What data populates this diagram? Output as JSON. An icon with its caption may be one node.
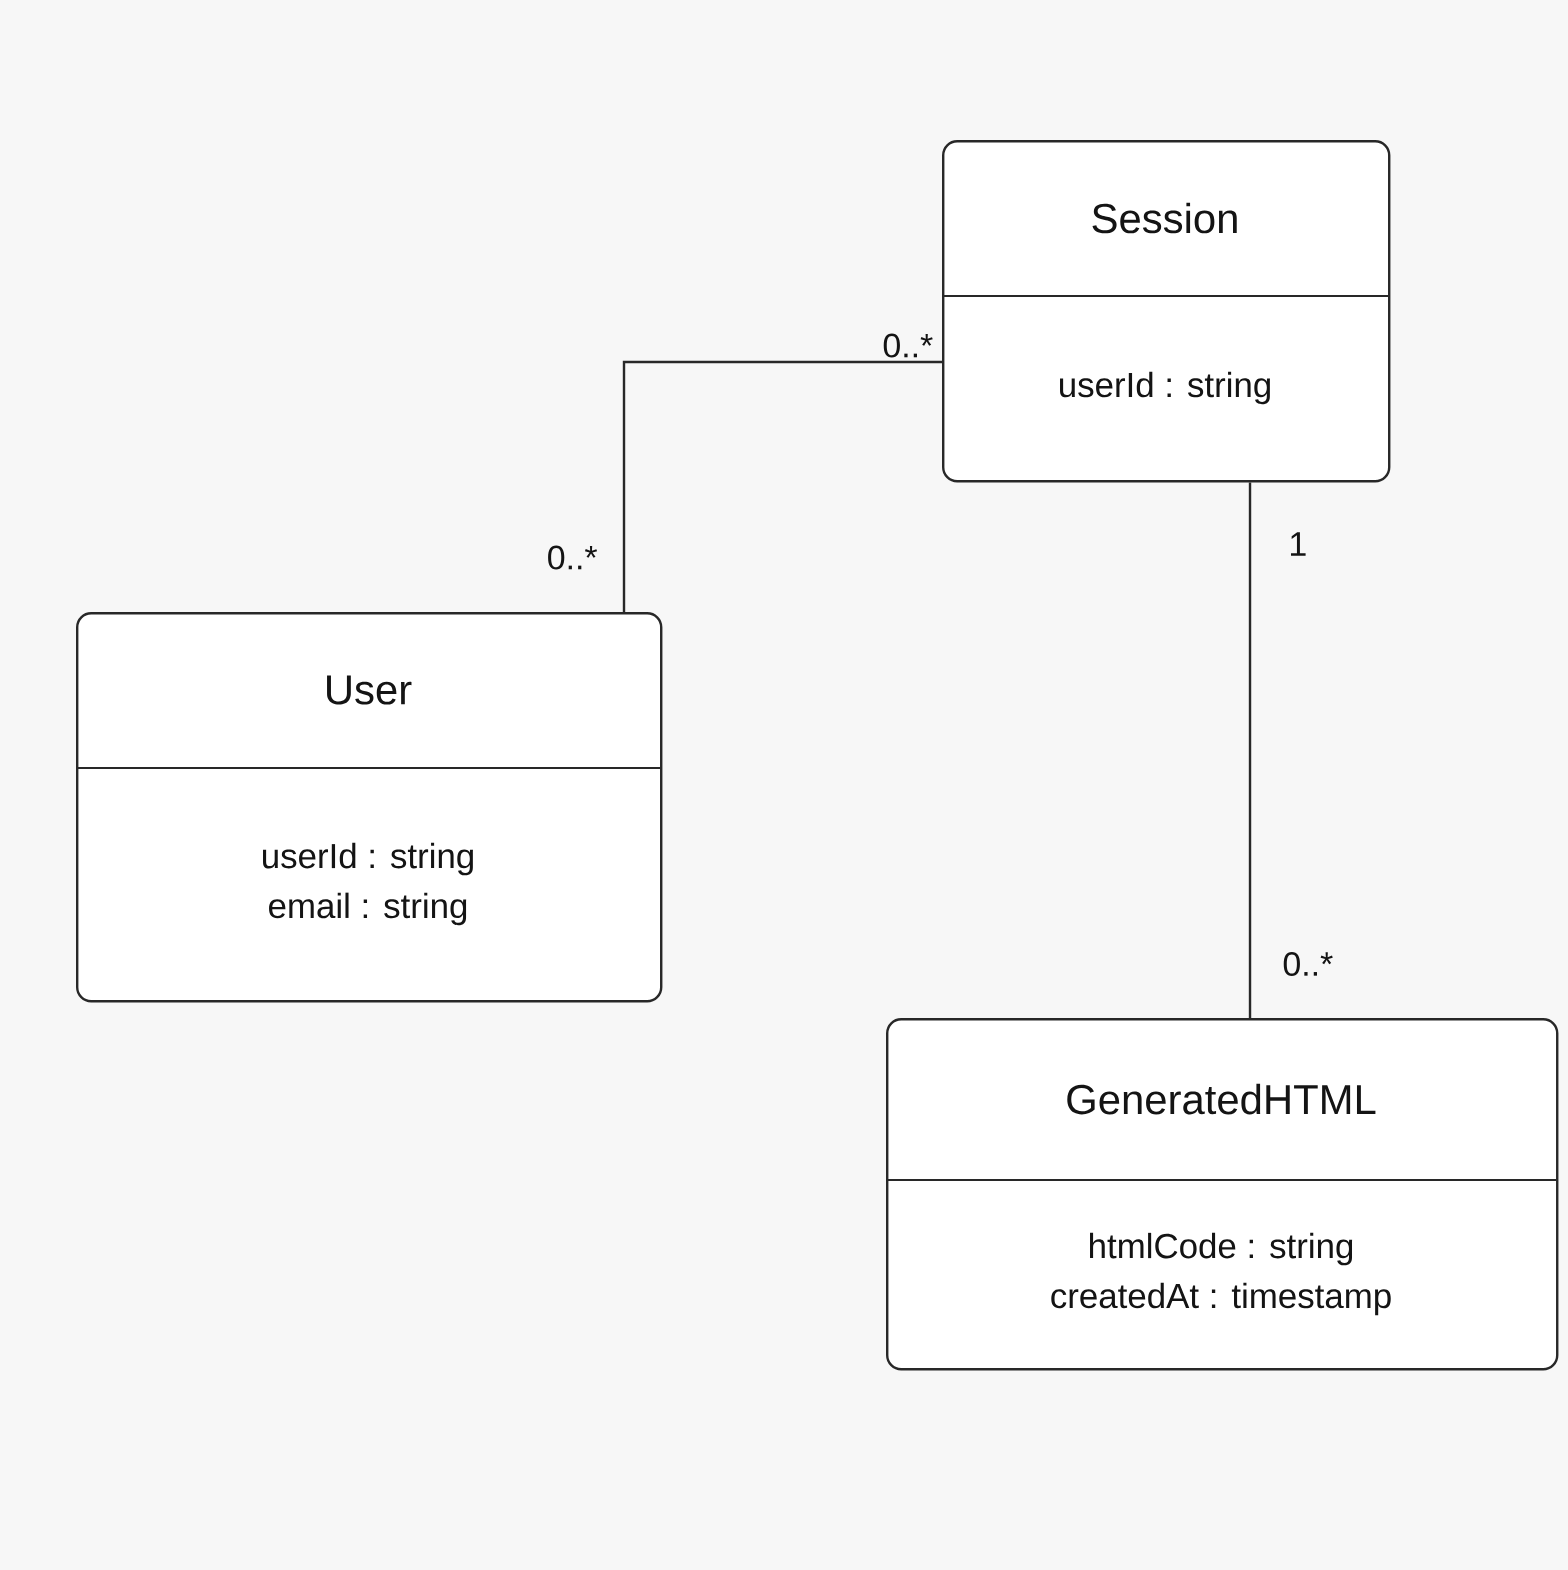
{
  "diagram": {
    "nodes": [
      {
        "text": [
          "Session",
          "userId : string"
        ]
      },
      {
        "text": [
          "User",
          "userId : string",
          "email : string"
        ]
      },
      {
        "text": [
          "GeneratedHTML",
          "htmlCode : string",
          "createdAt : timestamp"
        ]
      }
    ],
    "edges": [
      {
        "from": 1,
        "to": 0,
        "arrow": "none"
      },
      {
        "from": 0,
        "to": 2,
        "arrow": "none"
      }
    ],
    "labels": [
      "0..*",
      "0..*",
      "1",
      "0..*"
    ]
  }
}
